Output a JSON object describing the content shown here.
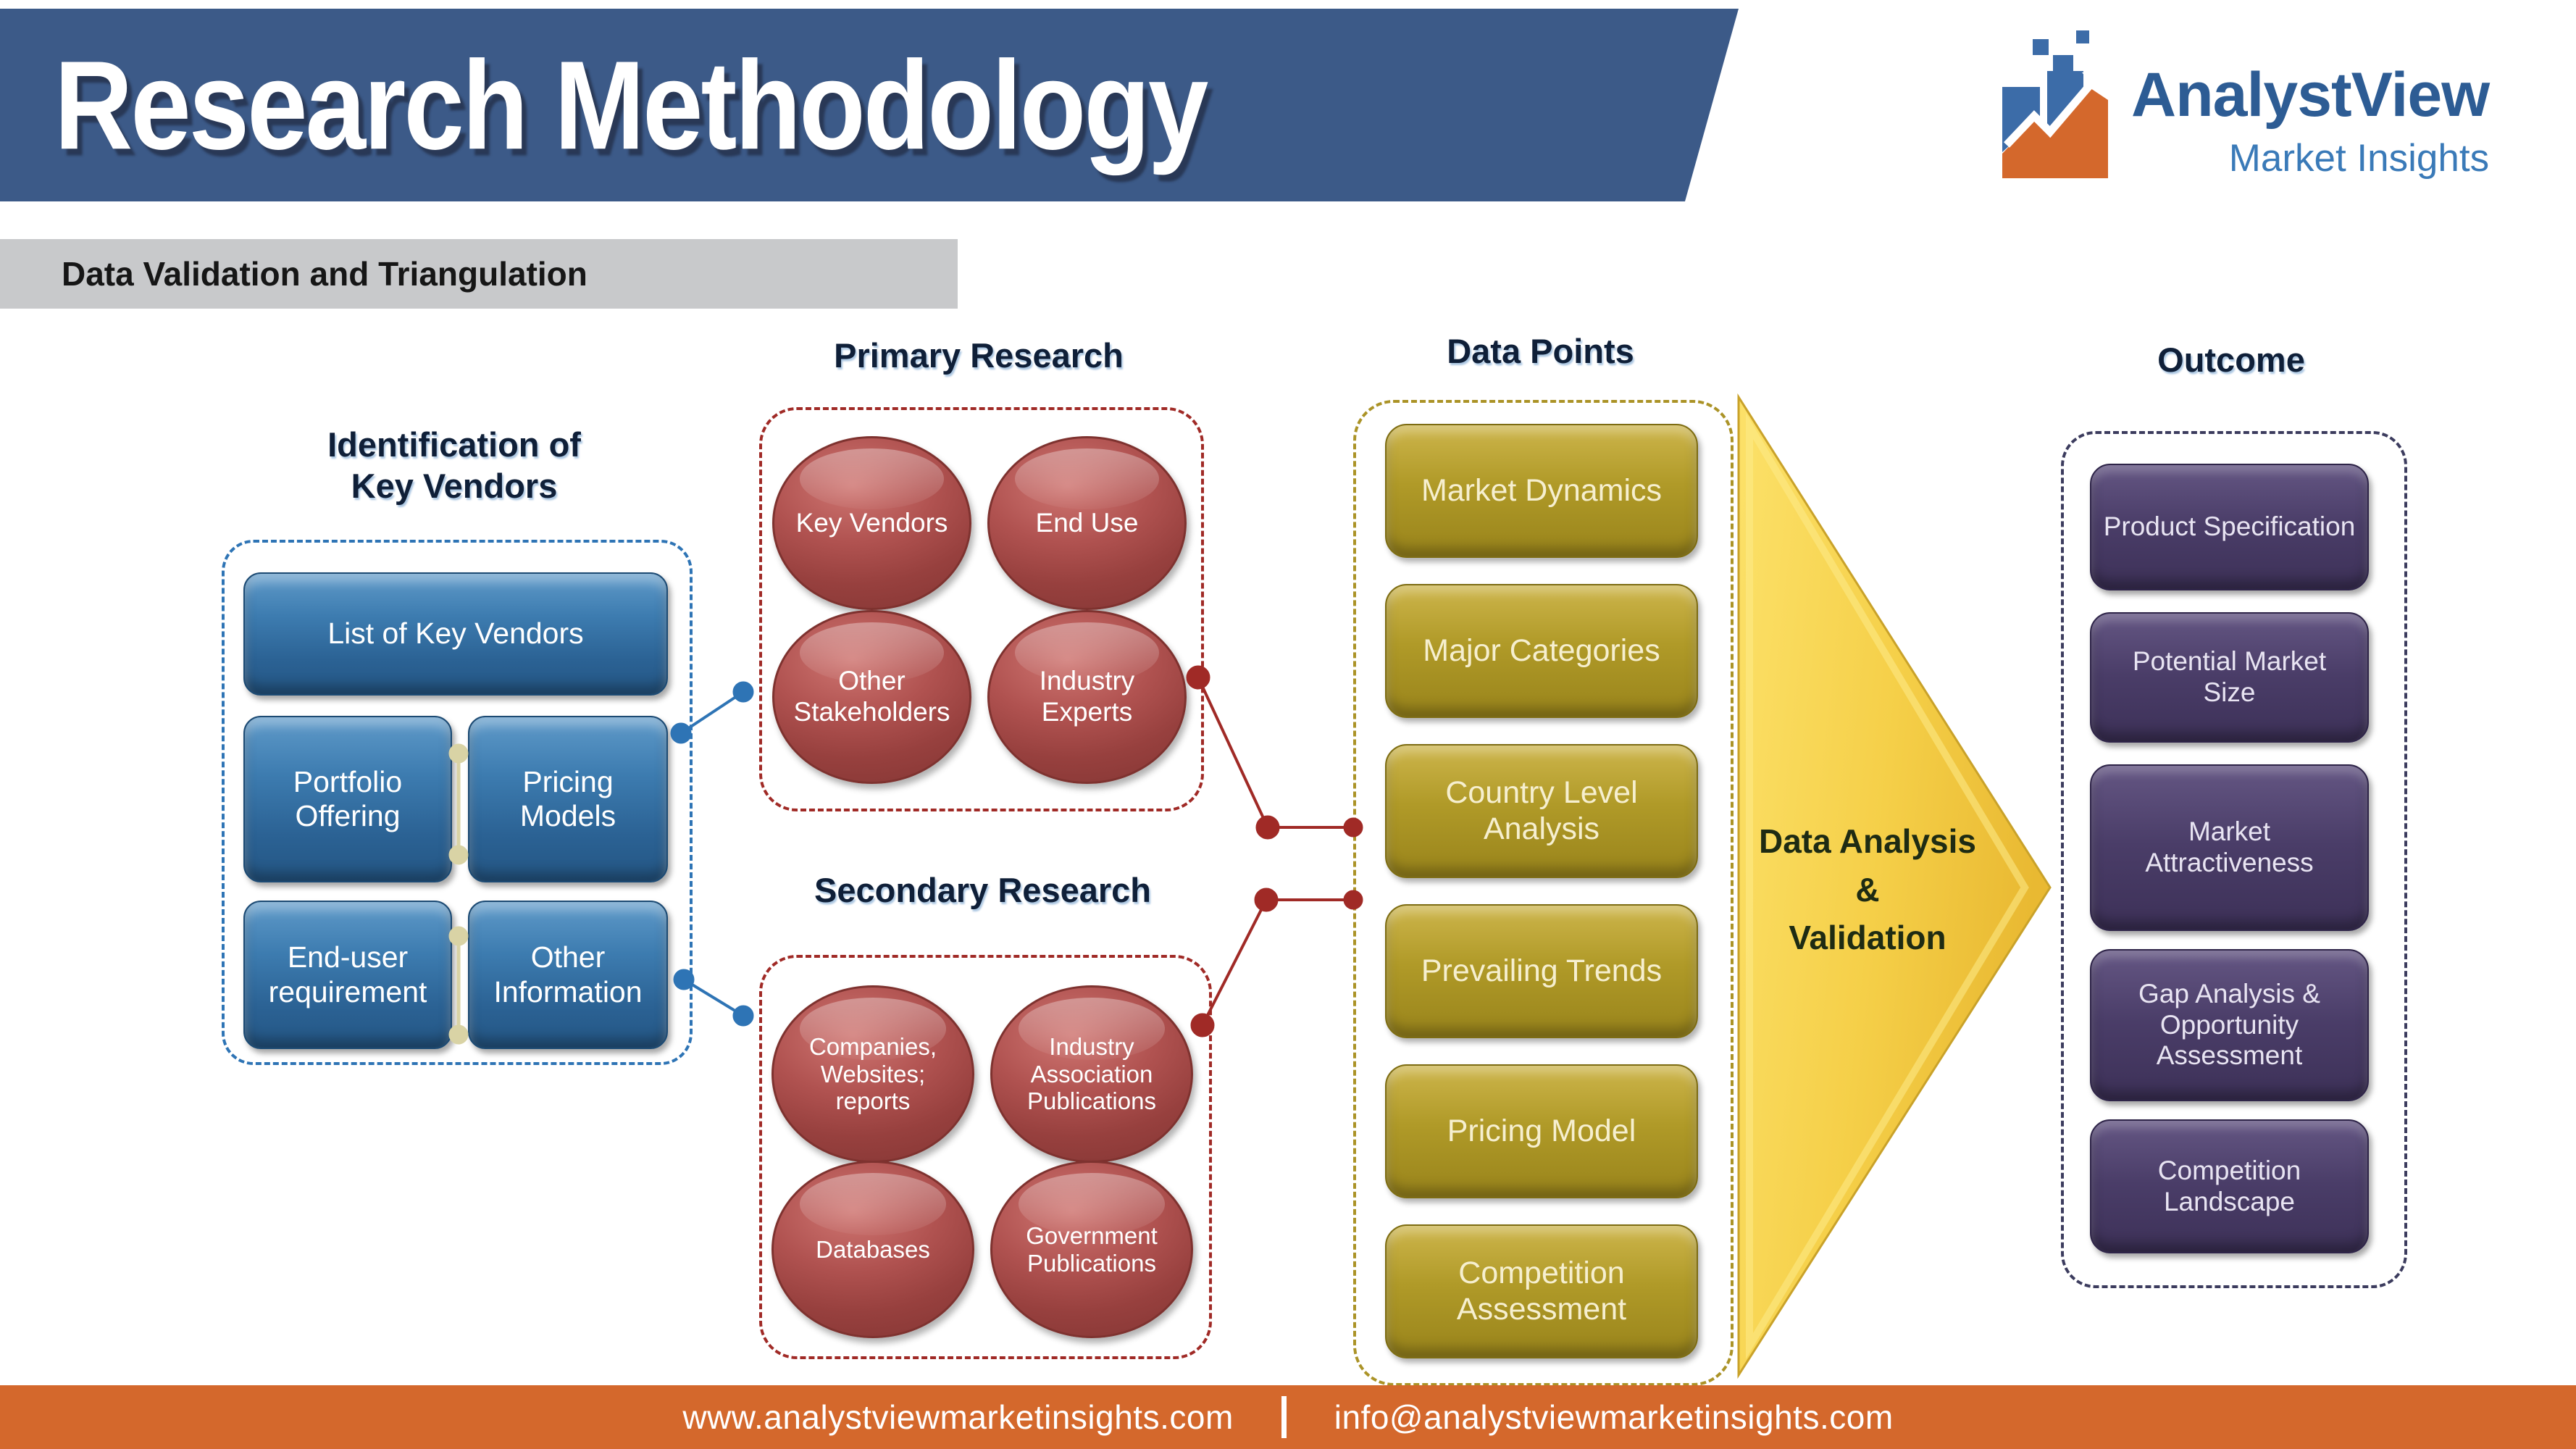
{
  "banner": {
    "title": "Research Methodology",
    "color": "#3c5a88"
  },
  "logo": {
    "brand": "AnalystView",
    "tagline": "Market Insights",
    "brand_color": "#2d5c94",
    "tagline_color": "#3a7ab8",
    "icon": "bar-chart-growth-arrow-icon",
    "icon_colors": {
      "blue": "#3c6ca8",
      "orange": "#d4682c"
    }
  },
  "subheader": {
    "label": "Data Validation and Triangulation",
    "bar_color": "#c8c9cb"
  },
  "identification": {
    "title_line1": "Identification of",
    "title_line2": "Key Vendors",
    "accent_color": "#2e74b5",
    "box_color": "#2f6da3",
    "items": [
      "List of Key Vendors",
      "Portfolio Offering",
      "Pricing Models",
      "End-user requirement",
      "Other Information"
    ]
  },
  "primary_research": {
    "title": "Primary Research",
    "accent_color": "#a02a26",
    "ellipse_color": "#a64946",
    "items": [
      "Key Vendors",
      "End Use",
      "Other Stakeholders",
      "Industry Experts"
    ]
  },
  "secondary_research": {
    "title": "Secondary Research",
    "accent_color": "#a02a26",
    "ellipse_color": "#a64946",
    "items": [
      "Companies, Websites; reports",
      "Industry Association Publications",
      "Databases",
      "Government Publications"
    ]
  },
  "data_points": {
    "title": "Data Points",
    "accent_color": "#ab9327",
    "box_color": "#a8922a",
    "items": [
      "Market Dynamics",
      "Major Categories",
      "Country Level Analysis",
      "Prevailing Trends",
      "Pricing Model",
      "Competition Assessment"
    ]
  },
  "analysis_arrow": {
    "line1": "Data Analysis",
    "line2": "&",
    "line3": "Validation",
    "color": "#f2cc45"
  },
  "outcome": {
    "title": "Outcome",
    "accent_color": "#3c3c5e",
    "box_color": "#473a66",
    "items": [
      "Product Specification",
      "Potential Market Size",
      "Market Attractiveness",
      "Gap Analysis & Opportunity Assessment",
      "Competition Landscape"
    ]
  },
  "footer": {
    "website": "www.analystviewmarketinsights.com",
    "email": "info@analystviewmarketinsights.com",
    "bar_color": "#d4682c"
  }
}
